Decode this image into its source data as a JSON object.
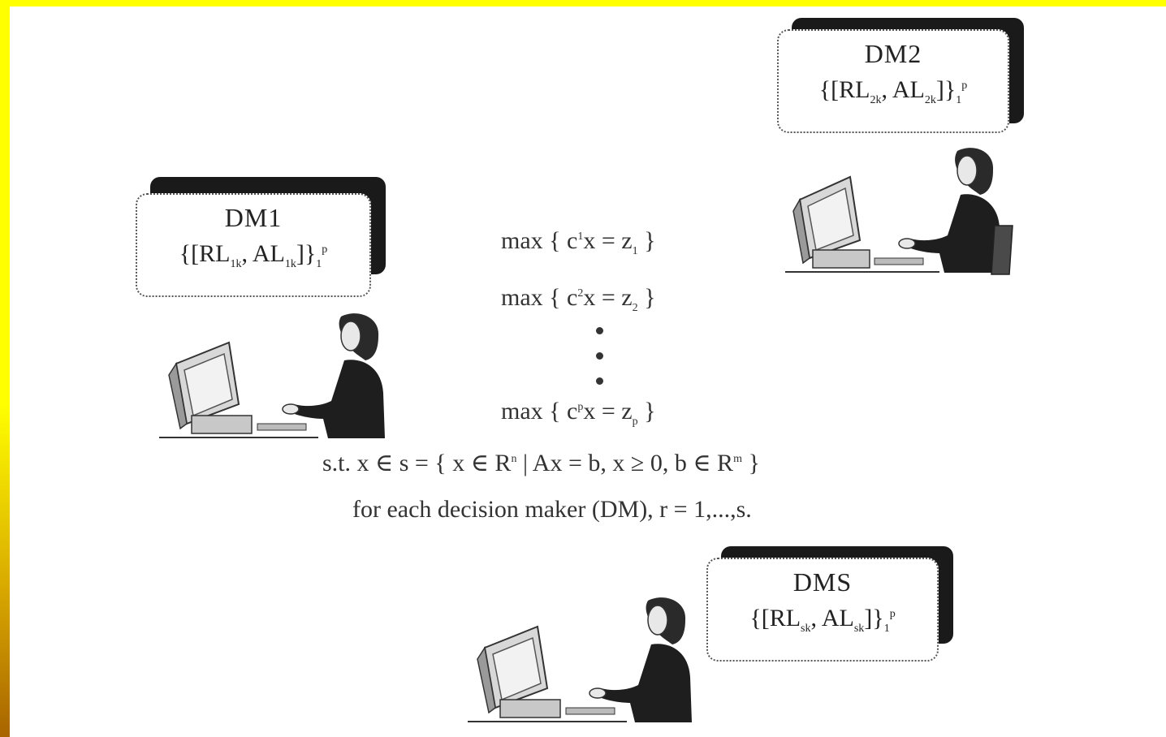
{
  "decision_makers": [
    {
      "id": "dm1",
      "title": "DM1",
      "set_open": "{[RL",
      "rl_sub": "1k",
      "sep": ",  AL",
      "al_sub": "1k",
      "set_close": "]}",
      "idx_sub": "1",
      "idx_sup": "p"
    },
    {
      "id": "dm2",
      "title": "DM2",
      "set_open": "{[RL",
      "rl_sub": "2k",
      "sep": ",  AL",
      "al_sub": "2k",
      "set_close": "]}",
      "idx_sub": "1",
      "idx_sup": "p"
    },
    {
      "id": "dms",
      "title": "DMS",
      "set_open": "{[RL",
      "rl_sub": "sk",
      "sep": ",  AL",
      "al_sub": "sk",
      "set_close": "]}",
      "idx_sub": "1",
      "idx_sup": "p"
    }
  ],
  "objectives": [
    {
      "prefix": "max { c",
      "sup": "1",
      "mid": "x = z",
      "sub": "1",
      "suffix": " }"
    },
    {
      "prefix": "max { c",
      "sup": "2",
      "mid": "x = z",
      "sub": "2",
      "suffix": " }"
    },
    {
      "prefix": "max { c",
      "sup": "p",
      "mid": "x = z",
      "sub": "p",
      "suffix": " }"
    }
  ],
  "constraint": {
    "part1": "s.t. x ∈ s = { x ∈ R",
    "sup1": "n",
    "part2": " | Ax = b, x ≥ 0, b ∈ R",
    "sup2": "m",
    "part3": " }"
  },
  "note": "for each decision maker (DM), r = 1,...,s.",
  "colors": {
    "frame_top": "#ffff00",
    "frame_bottom": "#a86400",
    "shadow": "#1a1a1a"
  }
}
